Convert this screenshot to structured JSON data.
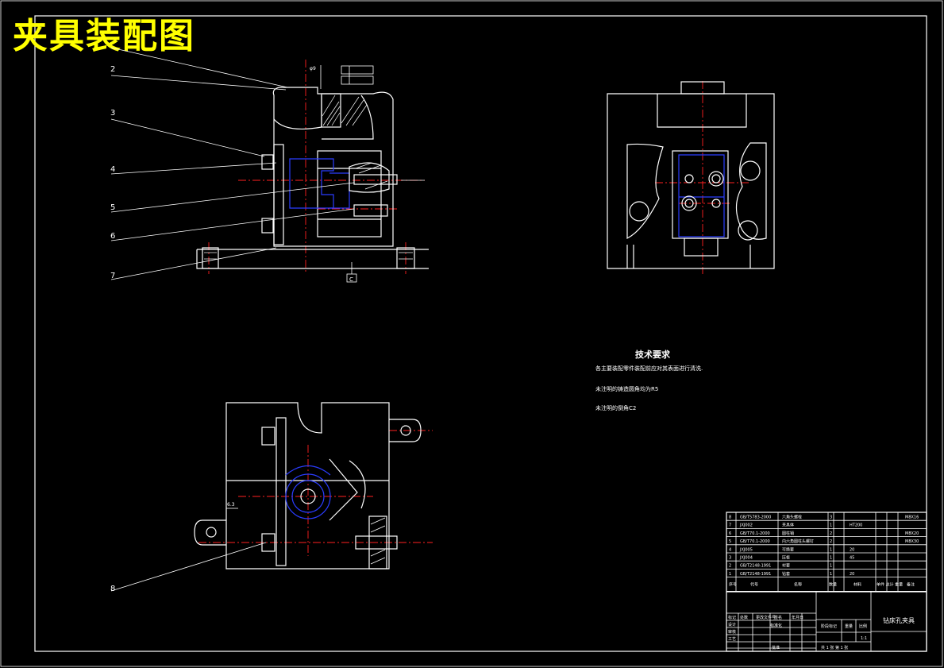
{
  "drawing_title": "夹具装配图",
  "leader_labels": [
    "2",
    "3",
    "4",
    "5",
    "6",
    "7",
    "8"
  ],
  "tech_requirements": {
    "heading": "技术要求",
    "items": [
      "各主要装配零件装配前应对其表面进行清洗.",
      "未注明的铸造圆角均为R5",
      "未注明的倒角C2"
    ]
  },
  "datum_label": "C",
  "dim_label_top": "φ9",
  "dim_label_bottom": "6.3",
  "parts_list": [
    {
      "no": "8",
      "code": "GB/T5783-2000",
      "name": "六角头螺栓",
      "qty": "3",
      "material": "",
      "note": "M8X16"
    },
    {
      "no": "7",
      "code": "JXJ002",
      "name": "夹具体",
      "qty": "1",
      "material": "HT200",
      "note": ""
    },
    {
      "no": "6",
      "code": "GB/T70.1-2000",
      "name": "圆柱销",
      "qty": "2",
      "material": "",
      "note": "M8X20"
    },
    {
      "no": "5",
      "code": "GB/T70.1-2000",
      "name": "内六角圆柱头螺钉",
      "qty": "2",
      "material": "",
      "note": "M8X30"
    },
    {
      "no": "4",
      "code": "JXJ005",
      "name": "可换套",
      "qty": "1",
      "material": "20",
      "note": ""
    },
    {
      "no": "3",
      "code": "JXJ004",
      "name": "压板",
      "qty": "1",
      "material": "45",
      "note": ""
    },
    {
      "no": "2",
      "code": "GB/T2148-1991",
      "name": "衬套",
      "qty": "1",
      "material": "",
      "note": ""
    },
    {
      "no": "1",
      "code": "GB/T2148-1991",
      "name": "钻套",
      "qty": "1",
      "material": "20",
      "note": ""
    }
  ],
  "parts_header": {
    "no": "序号",
    "code": "代号",
    "name": "名称",
    "qty": "数量",
    "material": "材料",
    "weight": "单件 总计 重量",
    "note": "备注"
  },
  "title_block": {
    "part_title": "钻床孔夹具",
    "scale_label": "比例",
    "scale_value": "1:1",
    "sheet_text": "共 1 张  第 1 张",
    "rows": [
      "标记",
      "设计",
      "审核",
      "工艺"
    ],
    "cols": [
      "处数",
      "更改文件号",
      "签名",
      "年月日"
    ],
    "stage_label": "阶段标记",
    "weight_label": "重量",
    "std_label": "标准化",
    "approve_label": "批准"
  }
}
